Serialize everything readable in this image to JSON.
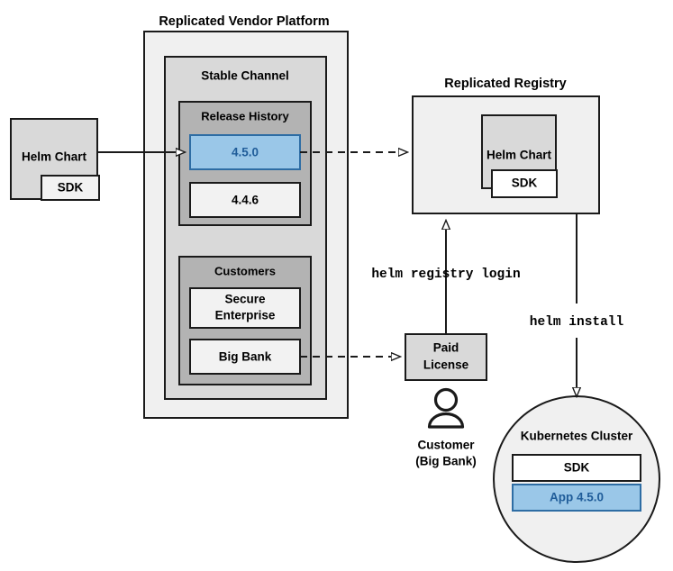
{
  "diagram": {
    "title_vendor_platform": "Replicated Vendor Platform",
    "title_registry": "Replicated Registry",
    "vendor_platform": {
      "label": "Replicated Vendor Platform",
      "channel": {
        "label": "Stable Channel",
        "release_history": {
          "label": "Release History",
          "releases": [
            {
              "version": "4.5.0",
              "highlighted": true
            },
            {
              "version": "4.4.6",
              "highlighted": false
            }
          ]
        },
        "customers": {
          "label": "Customers",
          "items": [
            {
              "name_line1": "Secure",
              "name_line2": "Enterprise"
            },
            {
              "name_line1": "Big Bank",
              "name_line2": ""
            }
          ]
        }
      }
    },
    "source_chart": {
      "label": "Helm Chart",
      "sdk_label": "SDK"
    },
    "registry": {
      "label": "Replicated Registry",
      "chart_label": "Helm Chart",
      "sdk_label": "SDK"
    },
    "license": {
      "line1": "Paid",
      "line2": "License"
    },
    "customer_actor": {
      "line1": "Customer",
      "line2": "(Big Bank)",
      "icon": "person-icon"
    },
    "cluster": {
      "label": "Kubernetes Cluster",
      "components": [
        {
          "label": "SDK",
          "highlighted": false
        },
        {
          "label": "App 4.5.0",
          "highlighted": true
        }
      ]
    },
    "commands": {
      "registry_login": "helm registry login",
      "install": "helm install"
    },
    "colors": {
      "highlight_fill": "#9AC7E8",
      "highlight_stroke": "#2E6DA4",
      "highlight_text": "#1F5C99",
      "outer_fill": "#F0F0F0",
      "channel_fill": "#D9D9D9",
      "group_fill": "#B3B3B3",
      "box_fill": "#F2F2F2",
      "chart_fill": "#D9D9D9",
      "white": "#FFFFFF",
      "stroke": "#1A1A1A"
    }
  }
}
